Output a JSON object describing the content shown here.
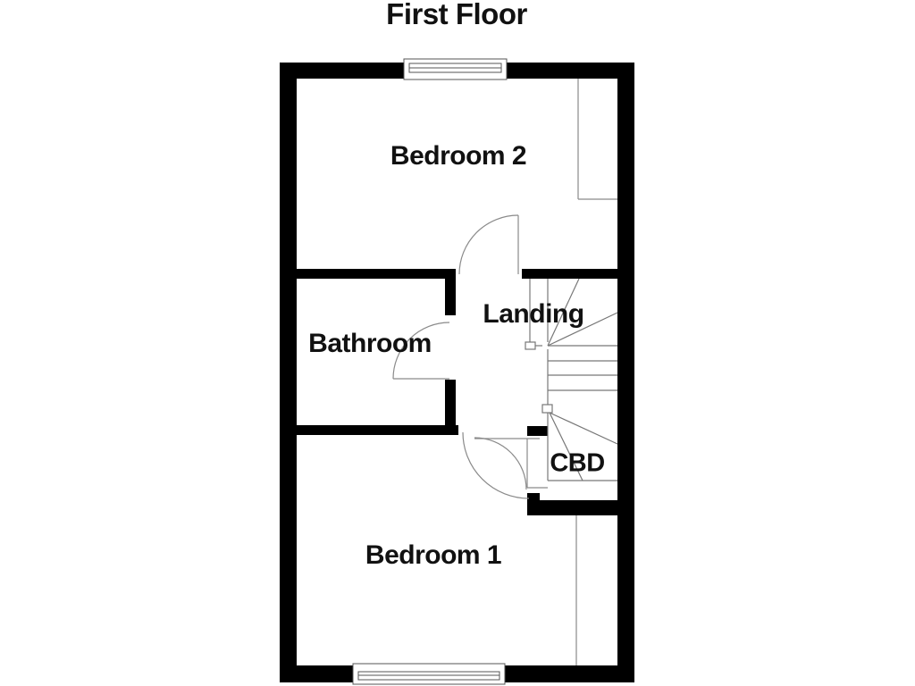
{
  "title": "First Floor",
  "rooms": {
    "bedroom2": "Bedroom 2",
    "bathroom": "Bathroom",
    "landing": "Landing",
    "cupboard": "CBD",
    "bedroom1": "Bedroom 1"
  },
  "colors": {
    "wall": "#000000",
    "background": "#ffffff",
    "thin_line": "#8a8a8a",
    "window_frame": "#555555",
    "text": "#111111"
  }
}
